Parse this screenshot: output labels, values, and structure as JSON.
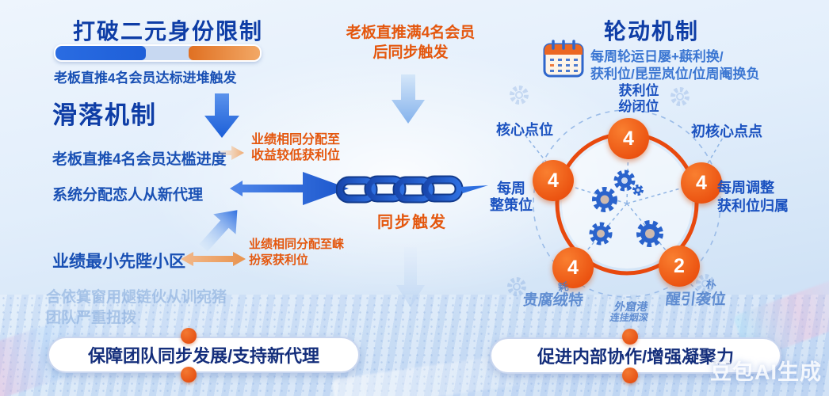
{
  "colors": {
    "dark_blue": "#0e3da6",
    "text_blue": "#1950b4",
    "orange": "#e4570e",
    "node_orange": "#ea4a0c",
    "accent_blue": "#3b76d2"
  },
  "left": {
    "title": "打破二元身份限制",
    "bar_caption": "老板直推4名会员达标进堆触发",
    "heading": "滑落机制",
    "row1": "老板直推4名会员达槛进度",
    "row2": "系统分配恋人从新代理",
    "row3": "业绩最小先陛小区",
    "note1_line1": "业绩相同分配至",
    "note1_line2": "收益较低获利位",
    "note2_line1": "业绩相同分配至崃",
    "note2_line2": "扮冢获利位",
    "faded_line1": "合依箕窗用煺链伙从训宛猪",
    "faded_line2": "团队严重扭拨"
  },
  "middle": {
    "trigger_line1": "老板直推满4名会员",
    "trigger_line2": "后同步触发",
    "sync_label": "同步触发"
  },
  "right": {
    "title": "轮动机制",
    "subtitle_line1": "每周轮运日屡+蕻利换/",
    "subtitle_line2": "获利位/昆罡岚位/位周阉换负",
    "wheel": {
      "top_value": "4",
      "left_value": "4",
      "right_value": "4",
      "bottom_left_value": "4",
      "bottom_right_value": "2",
      "top_label_line1": "获利位",
      "top_label_line2": "纷闭位",
      "left_label": "核心点位",
      "right_label": "初核心点点",
      "mid_left_line1": "每周",
      "mid_left_line2": "整策位",
      "mid_right_line1": "每周调整",
      "mid_right_line2": "获利位归属",
      "bottom_left_small": "耗",
      "bottom_left_label": "贵腐绒特",
      "bottom_right_small": "朴",
      "bottom_right_label": "醒引袭位",
      "bottom_center_line1": "外窟港",
      "bottom_center_line2": "连挂烟深"
    }
  },
  "footer": {
    "left_pill": "保障团队同步发展/支持新代理",
    "right_pill": "促进内部协作/增强凝聚力"
  },
  "watermark": "豆包AI生成"
}
